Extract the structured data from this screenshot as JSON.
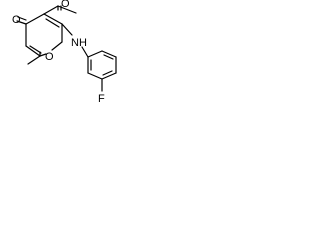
{
  "molecule": {
    "atoms": {
      "ring_oxygen": "O",
      "carbonyl_oxygen": "O",
      "acetyl_oxygen": "O",
      "amine": "NH",
      "fluorine": "F"
    }
  },
  "colors": {
    "bond": "#000000",
    "background": "#ffffff"
  }
}
